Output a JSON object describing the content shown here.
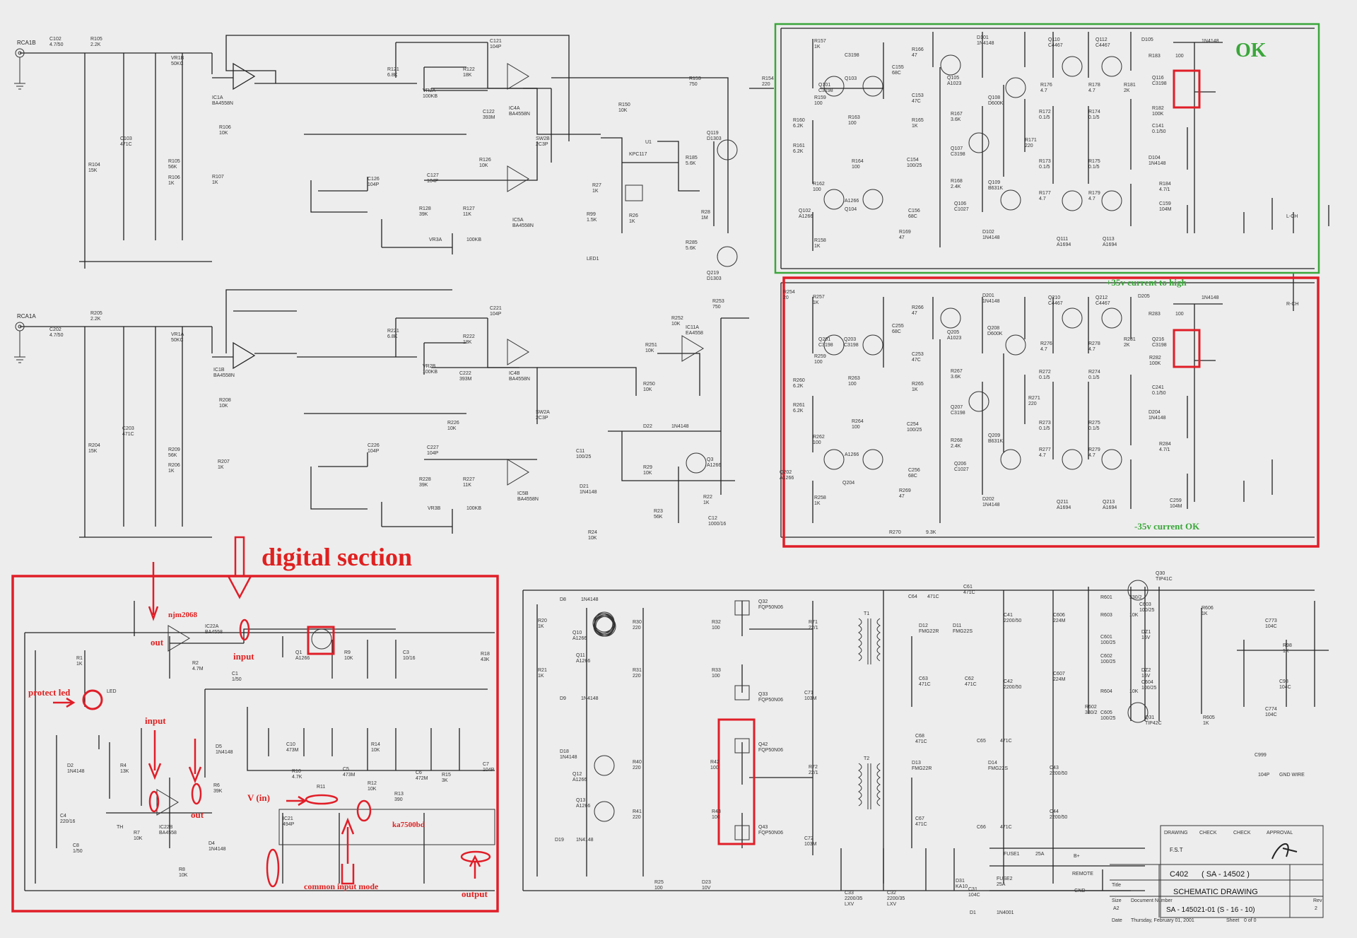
{
  "inputs": {
    "rca_left": "RCA1B",
    "rca_right": "RCA1A"
  },
  "annotations": {
    "ok": "OK",
    "pos_rail": "+35v current to high",
    "neg_rail": "-35v current OK",
    "digital_section": "digital section",
    "njm": "njm2068",
    "out1": "out",
    "input1": "input",
    "protect_led": "protect led",
    "input2": "input",
    "out2": "out",
    "v_in": "V (in)",
    "ka": "ka7500bd",
    "common_input": "common input mode",
    "output": "output"
  },
  "title_block": {
    "h_drawing": "DRAWING",
    "h_check1": "CHECK",
    "h_check2": "CHECK",
    "h_approval": "APPROVAL",
    "drawn_by": "F.S.T",
    "model": "C402",
    "part": "( SA - 14502 )",
    "title_hdr": "Title",
    "title": "SCHEMATIC DRAWING",
    "size_hdr": "Size",
    "size": "A2",
    "doc_hdr": "Document Number",
    "doc": "SA - 145021-01  (S - 16 - 10)",
    "rev_hdr": "Rev",
    "rev": "2",
    "date_hdr": "Date",
    "date": "Thursday, February 01, 2001",
    "sheet_hdr": "Sheet",
    "sheet": "0    of    0"
  },
  "labels": [
    {
      "id": "c102",
      "t": "C102\n4.7/50"
    },
    {
      "id": "r105",
      "t": "R105\n2.2K"
    },
    {
      "id": "vr1b",
      "t": "VR1B\n50KC"
    },
    {
      "id": "ic1a",
      "t": "IC1A\nBA4558N"
    },
    {
      "id": "r121",
      "t": "R121\n6.8K"
    },
    {
      "id": "vr2a",
      "t": "VR2A\n100KB"
    },
    {
      "id": "r122",
      "t": "R122\n18K"
    },
    {
      "id": "c121",
      "t": "C121\n104P"
    },
    {
      "id": "c122",
      "t": "C122\n393M"
    },
    {
      "id": "ic4a",
      "t": "IC4A\nBA4558N"
    },
    {
      "id": "c103",
      "t": "C103\n471C"
    },
    {
      "id": "r104",
      "t": "R104\n15K"
    },
    {
      "id": "r105b",
      "t": "R105\n56K"
    },
    {
      "id": "r106b",
      "t": "R106\n1K"
    },
    {
      "id": "r106",
      "t": "R106\n10K"
    },
    {
      "id": "r107",
      "t": "R107\n1K"
    },
    {
      "id": "c126",
      "t": "C126\n104P"
    },
    {
      "id": "c127",
      "t": "C127\n104P"
    },
    {
      "id": "r126",
      "t": "R126\n10K"
    },
    {
      "id": "r128",
      "t": "R128\n39K"
    },
    {
      "id": "r127",
      "t": "R127\n11K"
    },
    {
      "id": "ic5a",
      "t": "IC5A\nBA4558N"
    },
    {
      "id": "vr3a",
      "t": "VR3A"
    },
    {
      "id": "vr3a_v",
      "t": "100KB"
    },
    {
      "id": "sw2b",
      "t": "SW2B\n2C3P"
    },
    {
      "id": "r150",
      "t": "R150\n10K"
    },
    {
      "id": "r153",
      "t": "R153\n750"
    },
    {
      "id": "r154",
      "t": "R154\n220"
    },
    {
      "id": "u1",
      "t": "U1"
    },
    {
      "id": "kpc",
      "t": "KPC117"
    },
    {
      "id": "r27",
      "t": "R27\n1K"
    },
    {
      "id": "r99",
      "t": "R99\n1.5K"
    },
    {
      "id": "r26",
      "t": "R26\n1K"
    },
    {
      "id": "led1",
      "t": "LED1"
    },
    {
      "id": "q119",
      "t": "Q119\nD1303"
    },
    {
      "id": "r185",
      "t": "R185\n5.6K"
    },
    {
      "id": "r28",
      "t": "R28\n1M"
    },
    {
      "id": "r285",
      "t": "R285\n5.6K"
    },
    {
      "id": "q219",
      "t": "Q219\nD1303"
    },
    {
      "id": "r205",
      "t": "R205\n2.2K"
    },
    {
      "id": "c202",
      "t": "C202\n4.7/50"
    },
    {
      "id": "vr1a",
      "t": "VR1A\n50KC"
    },
    {
      "id": "ic1b",
      "t": "IC1B\nBA4558N"
    },
    {
      "id": "r221",
      "t": "R221\n6.8K"
    },
    {
      "id": "vr2b",
      "t": "VR2B\n100KB"
    },
    {
      "id": "r222",
      "t": "R222\n18K"
    },
    {
      "id": "c221",
      "t": "C221\n104P"
    },
    {
      "id": "c222",
      "t": "C222\n393M"
    },
    {
      "id": "ic4b",
      "t": "IC4B\nBA4558N"
    },
    {
      "id": "r204",
      "t": "R204\n15K"
    },
    {
      "id": "c203",
      "t": "C203\n471C"
    },
    {
      "id": "r209",
      "t": "R209\n56K"
    },
    {
      "id": "r206",
      "t": "R206\n1K"
    },
    {
      "id": "r208",
      "t": "R208\n10K"
    },
    {
      "id": "r207",
      "t": "R207\n1K"
    },
    {
      "id": "c226",
      "t": "C226\n104P"
    },
    {
      "id": "c227",
      "t": "C227\n104P"
    },
    {
      "id": "r226",
      "t": "R226\n10K"
    },
    {
      "id": "r228",
      "t": "R228\n39K"
    },
    {
      "id": "r227",
      "t": "R227\n11K"
    },
    {
      "id": "ic5b",
      "t": "IC5B\nBA4558N"
    },
    {
      "id": "vr3b",
      "t": "VR3B"
    },
    {
      "id": "vr3b_v",
      "t": "100KB"
    },
    {
      "id": "sw2a",
      "t": "SW2A\n2C3P"
    },
    {
      "id": "r251",
      "t": "R251\n10K"
    },
    {
      "id": "r252",
      "t": "R252\n10K"
    },
    {
      "id": "ic11a",
      "t": "IC11A\nEA4558"
    },
    {
      "id": "r253",
      "t": "R253\n750"
    },
    {
      "id": "r250",
      "t": "R250\n10K"
    },
    {
      "id": "d22",
      "t": "D22"
    },
    {
      "id": "d22v",
      "t": "1N4148"
    },
    {
      "id": "c11",
      "t": "C11\n100/25"
    },
    {
      "id": "d21",
      "t": "D21\n1N4148"
    },
    {
      "id": "r29",
      "t": "R29\n10K"
    },
    {
      "id": "q3",
      "t": "Q3\nA1266"
    },
    {
      "id": "r23",
      "t": "R23\n56K"
    },
    {
      "id": "r22",
      "t": "R22\n1K"
    },
    {
      "id": "c12",
      "t": "C12\n1000/16"
    },
    {
      "id": "r24",
      "t": "R24\n10K"
    },
    {
      "id": "r18",
      "t": "R18\n43K"
    },
    {
      "id": "r157",
      "t": "R157\n1K"
    },
    {
      "id": "c3198",
      "t": "C3198"
    },
    {
      "id": "r166",
      "t": "R166\n47"
    },
    {
      "id": "c155",
      "t": "C155\n68C"
    },
    {
      "id": "q101",
      "t": "Q101\nC3198"
    },
    {
      "id": "q103",
      "t": "Q103"
    },
    {
      "id": "c153",
      "t": "C153\n47C"
    },
    {
      "id": "q105",
      "t": "Q105\nA1023"
    },
    {
      "id": "d101",
      "t": "D101\n1N4148"
    },
    {
      "id": "q110",
      "t": "Q110\nC4467"
    },
    {
      "id": "q112",
      "t": "Q112\nC4467"
    },
    {
      "id": "d105",
      "t": "D105"
    },
    {
      "id": "d105v",
      "t": "1N4148"
    },
    {
      "id": "r183",
      "t": "R183"
    },
    {
      "id": "r183v",
      "t": "100"
    },
    {
      "id": "r159",
      "t": "R159\n100"
    },
    {
      "id": "q108",
      "t": "Q108\nD600K"
    },
    {
      "id": "r176",
      "t": "R176\n4.7"
    },
    {
      "id": "r178",
      "t": "R178\n4.7"
    },
    {
      "id": "r181",
      "t": "R181\n2K"
    },
    {
      "id": "q116",
      "t": "Q116\nC3198"
    },
    {
      "id": "r182",
      "t": "R182\n100K"
    },
    {
      "id": "r160",
      "t": "R160\n6.2K"
    },
    {
      "id": "r163",
      "t": "R163\n100"
    },
    {
      "id": "r165",
      "t": "R165\n1K"
    },
    {
      "id": "r167",
      "t": "R167\n3.6K"
    },
    {
      "id": "r172",
      "t": "R172\n0.1/5"
    },
    {
      "id": "r174",
      "t": "R174\n0.1/5"
    },
    {
      "id": "c141",
      "t": "C141\n0.1/50"
    },
    {
      "id": "r171",
      "t": "R171\n220"
    },
    {
      "id": "r161",
      "t": "R161\n6.2K"
    },
    {
      "id": "c154",
      "t": "C154\n100/25"
    },
    {
      "id": "q107",
      "t": "Q107\nC3198"
    },
    {
      "id": "r164",
      "t": "R164\n100"
    },
    {
      "id": "r168",
      "t": "R168\n2.4K"
    },
    {
      "id": "q109",
      "t": "Q109\nB631K"
    },
    {
      "id": "r173",
      "t": "R173\n0.1/5"
    },
    {
      "id": "r175",
      "t": "R175\n0.1/5"
    },
    {
      "id": "d104",
      "t": "D104\n1N4148"
    },
    {
      "id": "r162",
      "t": "R162\n100"
    },
    {
      "id": "a1266",
      "t": "A1266"
    },
    {
      "id": "q104",
      "t": "Q104"
    },
    {
      "id": "r184",
      "t": "R184\n4.7/1"
    },
    {
      "id": "q102",
      "t": "Q102\nA1266"
    },
    {
      "id": "c156",
      "t": "C156\n68C"
    },
    {
      "id": "q106",
      "t": "Q106\nC1027"
    },
    {
      "id": "r177",
      "t": "R177\n4.7"
    },
    {
      "id": "r179",
      "t": "R179\n4.7"
    },
    {
      "id": "c159",
      "t": "C159\n104M"
    },
    {
      "id": "r158",
      "t": "R158\n1K"
    },
    {
      "id": "r169",
      "t": "R169\n47"
    },
    {
      "id": "d102",
      "t": "D102\n1N4148"
    },
    {
      "id": "q111",
      "t": "Q111\nA1694"
    },
    {
      "id": "q113",
      "t": "Q113\nA1694"
    },
    {
      "id": "lch",
      "t": "L-CH"
    },
    {
      "id": "rch",
      "t": "R-CH"
    },
    {
      "id": "r254",
      "t": "R254\n20"
    },
    {
      "id": "r257",
      "t": "R257\n1K"
    },
    {
      "id": "r266",
      "t": "R266\n47"
    },
    {
      "id": "d201",
      "t": "D201\n1N4148"
    },
    {
      "id": "q210",
      "t": "Q210\nC4467"
    },
    {
      "id": "q212",
      "t": "Q212\nC4467"
    },
    {
      "id": "d205",
      "t": "D205"
    },
    {
      "id": "d205v",
      "t": "1N4148"
    },
    {
      "id": "c255",
      "t": "C255\n68C"
    },
    {
      "id": "q205",
      "t": "Q205\nA1023"
    },
    {
      "id": "q208",
      "t": "Q208\nD600K"
    },
    {
      "id": "r283",
      "t": "R283"
    },
    {
      "id": "r283v",
      "t": "100"
    },
    {
      "id": "q201",
      "t": "Q201\nC3198"
    },
    {
      "id": "q203",
      "t": "Q203\nC3198"
    },
    {
      "id": "c253",
      "t": "C253\n47C"
    },
    {
      "id": "r276",
      "t": "R276\n4.7"
    },
    {
      "id": "r278",
      "t": "R278\n4.7"
    },
    {
      "id": "r281",
      "t": "R281\n2K"
    },
    {
      "id": "q216",
      "t": "Q216\nC3198"
    },
    {
      "id": "r259",
      "t": "R259\n100"
    },
    {
      "id": "r263",
      "t": "R263\n100"
    },
    {
      "id": "r265",
      "t": "R265\n1K"
    },
    {
      "id": "r267",
      "t": "R267\n3.6K"
    },
    {
      "id": "r272",
      "t": "R272\n0.1/5"
    },
    {
      "id": "r274",
      "t": "R274\n0.1/5"
    },
    {
      "id": "r282",
      "t": "R282\n100K"
    },
    {
      "id": "c241",
      "t": "C241\n0.1/50"
    },
    {
      "id": "r260",
      "t": "R260\n6.2K"
    },
    {
      "id": "r271",
      "t": "R271\n220"
    },
    {
      "id": "r261",
      "t": "R261\n6.2K"
    },
    {
      "id": "c254",
      "t": "C254\n100/25"
    },
    {
      "id": "q207",
      "t": "Q207\nC3198"
    },
    {
      "id": "r264",
      "t": "R264\n100"
    },
    {
      "id": "r273",
      "t": "R273\n0.1/5"
    },
    {
      "id": "r275",
      "t": "R275\n0.1/5"
    },
    {
      "id": "d204",
      "t": "D204\n1N4148"
    },
    {
      "id": "r262",
      "t": "R262\n100"
    },
    {
      "id": "a1266b",
      "t": "A1266"
    },
    {
      "id": "r268",
      "t": "R268\n2.4K"
    },
    {
      "id": "q209",
      "t": "Q209\nB631K"
    },
    {
      "id": "r284",
      "t": "R284\n4.7/1"
    },
    {
      "id": "q202",
      "t": "Q202\nA1266"
    },
    {
      "id": "c256",
      "t": "C256\n68C"
    },
    {
      "id": "q206",
      "t": "Q206\nC1027"
    },
    {
      "id": "r277",
      "t": "R277\n4.7"
    },
    {
      "id": "r279",
      "t": "R279\n4.7"
    },
    {
      "id": "q204",
      "t": "Q204"
    },
    {
      "id": "r258",
      "t": "R258\n1K"
    },
    {
      "id": "r269",
      "t": "R269\n47"
    },
    {
      "id": "d202",
      "t": "D202\n1N4148"
    },
    {
      "id": "q211",
      "t": "Q211\nA1694"
    },
    {
      "id": "q213",
      "t": "Q213\nA1694"
    },
    {
      "id": "c259",
      "t": "C259\n104M"
    },
    {
      "id": "r270",
      "t": "R270"
    },
    {
      "id": "r270v",
      "t": "9.3K"
    },
    {
      "id": "ic22a",
      "t": "IC22A\nBA4558"
    },
    {
      "id": "q1",
      "t": "Q1\nA1266"
    },
    {
      "id": "r9",
      "t": "R9\n10K"
    },
    {
      "id": "c3",
      "t": "C3\n10/16"
    },
    {
      "id": "r1",
      "t": "R1\n1K"
    },
    {
      "id": "r2",
      "t": "R2\n4.7M"
    },
    {
      "id": "c1",
      "t": "C1\n1/50"
    },
    {
      "id": "led",
      "t": "LED"
    },
    {
      "id": "d2",
      "t": "D2\n1N4148"
    },
    {
      "id": "r4",
      "t": "R4\n13K"
    },
    {
      "id": "d5",
      "t": "D5\n1N4148"
    },
    {
      "id": "r6",
      "t": "R6\n39K"
    },
    {
      "id": "c4",
      "t": "C4\n220/16"
    },
    {
      "id": "c8",
      "t": "C8\n1/50"
    },
    {
      "id": "th",
      "t": "TH"
    },
    {
      "id": "r7",
      "t": "R7\n10K"
    },
    {
      "id": "ic22b",
      "t": "IC22B\nBA4558"
    },
    {
      "id": "d4",
      "t": "D4\n1N4148"
    },
    {
      "id": "r8",
      "t": "R8\n10K"
    },
    {
      "id": "c10",
      "t": "C10\n473M"
    },
    {
      "id": "r10",
      "t": "R10\n4.7K"
    },
    {
      "id": "r11",
      "t": "R11"
    },
    {
      "id": "c5",
      "t": "C5\n473M"
    },
    {
      "id": "r14",
      "t": "R14\n10K"
    },
    {
      "id": "r12",
      "t": "R12\n10K"
    },
    {
      "id": "r13",
      "t": "R13\n390"
    },
    {
      "id": "c6",
      "t": "C6\n472M"
    },
    {
      "id": "r15",
      "t": "R15\n3K"
    },
    {
      "id": "c7",
      "t": "C7\n104P"
    },
    {
      "id": "ic21",
      "t": "IC21\n494P"
    },
    {
      "id": "d8",
      "t": "D8"
    },
    {
      "id": "d8v",
      "t": "1N4148"
    },
    {
      "id": "r20",
      "t": "R20\n1K"
    },
    {
      "id": "q10",
      "t": "Q10\nA1266"
    },
    {
      "id": "r30",
      "t": "R30\n220"
    },
    {
      "id": "r21",
      "t": "R21\n1K"
    },
    {
      "id": "q11",
      "t": "Q11\nA1266"
    },
    {
      "id": "r31",
      "t": "R31\n220"
    },
    {
      "id": "d9",
      "t": "D9"
    },
    {
      "id": "d9v",
      "t": "1N4148"
    },
    {
      "id": "d18",
      "t": "D18\n1N4148"
    },
    {
      "id": "q12",
      "t": "Q12\nA1266"
    },
    {
      "id": "r40",
      "t": "R40\n220"
    },
    {
      "id": "q13",
      "t": "Q13\nA1266"
    },
    {
      "id": "r41",
      "t": "R41\n220"
    },
    {
      "id": "d19",
      "t": "D19"
    },
    {
      "id": "d19v",
      "t": "1N4148"
    },
    {
      "id": "q32",
      "t": "Q32\nFQP50N06"
    },
    {
      "id": "r32",
      "t": "R32\n100"
    },
    {
      "id": "r71",
      "t": "R71\n22/1"
    },
    {
      "id": "r33",
      "t": "R33\n100"
    },
    {
      "id": "q33",
      "t": "Q33\nFQP50N06"
    },
    {
      "id": "c71",
      "t": "C71\n103M"
    },
    {
      "id": "t1",
      "t": "T1"
    },
    {
      "id": "q42",
      "t": "Q42\nFQP50N06"
    },
    {
      "id": "r42",
      "t": "R42\n100"
    },
    {
      "id": "r72",
      "t": "R72\n22/1"
    },
    {
      "id": "r43",
      "t": "R43\n100"
    },
    {
      "id": "q43",
      "t": "Q43\nFQP50N06"
    },
    {
      "id": "c72",
      "t": "C72\n103M"
    },
    {
      "id": "t2",
      "t": "T2"
    },
    {
      "id": "r25",
      "t": "R25\n100"
    },
    {
      "id": "d23",
      "t": "D23\n10V"
    },
    {
      "id": "c64",
      "t": "C64"
    },
    {
      "id": "c64v",
      "t": "471C"
    },
    {
      "id": "c61",
      "t": "C61\n471C"
    },
    {
      "id": "d12",
      "t": "D12\nFMG22R"
    },
    {
      "id": "d11",
      "t": "D11\nFMG22S"
    },
    {
      "id": "c63",
      "t": "C63\n471C"
    },
    {
      "id": "c62",
      "t": "C62\n471C"
    },
    {
      "id": "c68",
      "t": "C68\n471C"
    },
    {
      "id": "c65",
      "t": "C65"
    },
    {
      "id": "c65v",
      "t": "471C"
    },
    {
      "id": "d13",
      "t": "D13\nFMG22R"
    },
    {
      "id": "d14",
      "t": "D14\nFMG22S"
    },
    {
      "id": "c67",
      "t": "C67\n471C"
    },
    {
      "id": "c66",
      "t": "C66"
    },
    {
      "id": "c66v",
      "t": "471C"
    },
    {
      "id": "c41",
      "t": "C41\n2200/50"
    },
    {
      "id": "c606",
      "t": "C606\n224M"
    },
    {
      "id": "c42",
      "t": "C42\n2200/50"
    },
    {
      "id": "c607",
      "t": "C607\n224M"
    },
    {
      "id": "c43",
      "t": "C43\n2200/50"
    },
    {
      "id": "c44",
      "t": "C44\n2200/50"
    },
    {
      "id": "q30",
      "t": "Q30\nTIP41C"
    },
    {
      "id": "r601",
      "t": "R601"
    },
    {
      "id": "r601v",
      "t": "330/2"
    },
    {
      "id": "c603",
      "t": "C603\n100/25"
    },
    {
      "id": "r603",
      "t": "R603"
    },
    {
      "id": "r603v",
      "t": "10K"
    },
    {
      "id": "dz1",
      "t": "DZ1\n16V"
    },
    {
      "id": "c601",
      "t": "C601\n100/25"
    },
    {
      "id": "c602",
      "t": "C602\n100/25"
    },
    {
      "id": "dz2",
      "t": "DZ2\n16V"
    },
    {
      "id": "r604",
      "t": "R604"
    },
    {
      "id": "r604v",
      "t": "10K"
    },
    {
      "id": "c604",
      "t": "C604\n100/25"
    },
    {
      "id": "r602",
      "t": "R602\n330/2"
    },
    {
      "id": "q31",
      "t": "Q31\nTIP42C"
    },
    {
      "id": "c605",
      "t": "C605\n100/25"
    },
    {
      "id": "r606",
      "t": "R606\n1K"
    },
    {
      "id": "r605",
      "t": "R605\n1K"
    },
    {
      "id": "c773",
      "t": "C773\n104C"
    },
    {
      "id": "r98",
      "t": "R98\n1K"
    },
    {
      "id": "c98",
      "t": "C98\n104C"
    },
    {
      "id": "c774",
      "t": "C774\n104C"
    },
    {
      "id": "c999",
      "t": "C999"
    },
    {
      "id": "c999v",
      "t": "104P"
    },
    {
      "id": "gndwire",
      "t": "GND WIRE"
    },
    {
      "id": "fuse1",
      "t": "FUSE1"
    },
    {
      "id": "fuse1v",
      "t": "25A"
    },
    {
      "id": "fuse2",
      "t": "FUSE2\n25A"
    },
    {
      "id": "bplus",
      "t": "B+"
    },
    {
      "id": "remote",
      "t": "REMOTE"
    },
    {
      "id": "gnd",
      "t": "GND"
    },
    {
      "id": "c33",
      "t": "C33\n2200/35\nLXV"
    },
    {
      "id": "c32",
      "t": "C32\n2200/35\nLXV"
    },
    {
      "id": "d31",
      "t": "D31\nKA10"
    },
    {
      "id": "c31",
      "t": "C31\n104C"
    },
    {
      "id": "d1",
      "t": "D1"
    },
    {
      "id": "d1v",
      "t": "1N4001"
    }
  ]
}
